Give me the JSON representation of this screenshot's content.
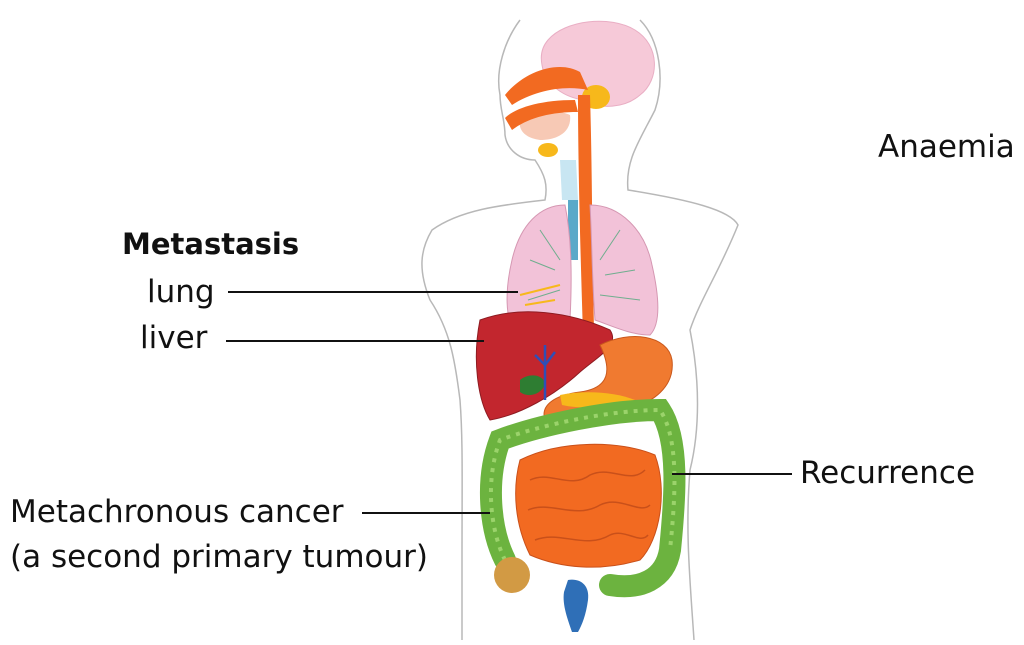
{
  "diagram": {
    "labels": {
      "anaemia": "Anaemia",
      "metastasis_heading": "Metastasis",
      "lung": "lung",
      "liver": "liver",
      "recurrence": "Recurrence",
      "metachronous_line1": "Metachronous cancer",
      "metachronous_line2": "(a second primary tumour)"
    },
    "colors": {
      "outline": "#b8b8b8",
      "brain": "#f6c9d8",
      "esophagus": "#f26a21",
      "salivary": "#f7b81b",
      "trachea": "#c8e6f2",
      "lungs": "#f2c2d8",
      "liver": "#c2262e",
      "stomach": "#f07a30",
      "small_intestine": "#f26a21",
      "colon": "#6cb33f",
      "rectum": "#2f6fb7",
      "gallbladder": "#2e7d32",
      "leader_line": "#111111",
      "text": "#111111"
    }
  }
}
